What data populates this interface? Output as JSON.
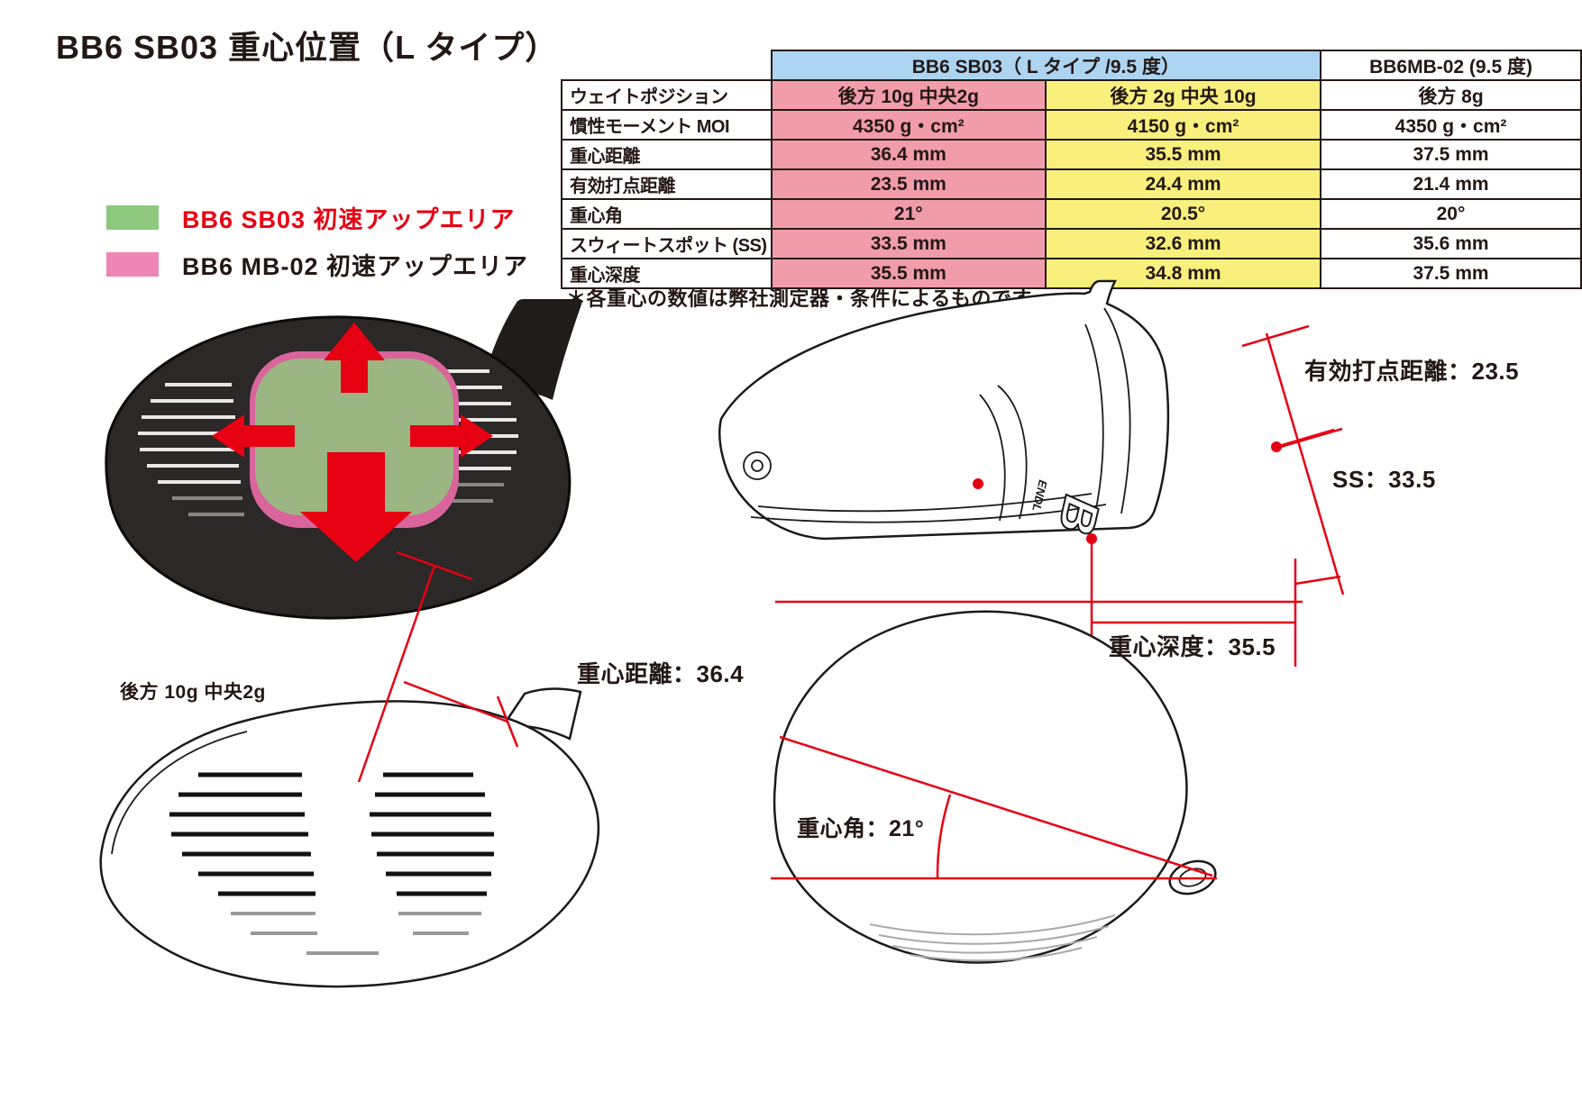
{
  "page": {
    "title": "BB6 SB03 重心位置（L タイプ）",
    "note": "＊各重心の数値は弊社測定器・条件によるものです。"
  },
  "colors": {
    "accent_red": "#e60012",
    "table_header_blue": "#add5f2",
    "column_pink": "#f19cab",
    "column_yellow": "#f8ef7d",
    "legend_green": "#8dc87e",
    "legend_pink": "#ee86b4"
  },
  "legend": {
    "items": [
      {
        "label": "BB6 SB03 初速アップエリア",
        "swatch_color": "#8dc87e",
        "text_color": "#e60012"
      },
      {
        "label": "BB6 MB-02 初速アップエリア",
        "swatch_color": "#ee86b4",
        "text_color": "#231815"
      }
    ]
  },
  "spec_table": {
    "group_headers": [
      {
        "label": "BB6 SB03（ L タイプ /9.5 度）"
      },
      {
        "label": "BB6MB-02 (9.5 度)"
      }
    ],
    "rows": [
      {
        "label": "ウェイトポジション",
        "values": [
          "後方 10g 中央2g",
          "後方 2g 中央 10g",
          "後方 8g"
        ]
      },
      {
        "label": "慣性モーメント MOI",
        "values": [
          "4350 g・cm²",
          "4150 g・cm²",
          "4350 g・cm²"
        ]
      },
      {
        "label": "重心距離",
        "values": [
          "36.4 mm",
          "35.5 mm",
          "37.5 mm"
        ]
      },
      {
        "label": "有効打点距離",
        "values": [
          "23.5 mm",
          "24.4 mm",
          "21.4 mm"
        ]
      },
      {
        "label": "重心角",
        "values": [
          "21°",
          "20.5°",
          "20°"
        ]
      },
      {
        "label": "スウィートスポット (SS)",
        "values": [
          "33.5 mm",
          "32.6 mm",
          "35.6 mm"
        ]
      },
      {
        "label": "重心深度",
        "values": [
          "35.5 mm",
          "34.8 mm",
          "37.5 mm"
        ]
      }
    ]
  },
  "annotations": {
    "effective_hit_distance": "有効打点距離：23.5",
    "sweet_spot": "SS：33.5",
    "cg_depth": "重心深度：35.5",
    "cg_distance": "重心距離：36.4",
    "cg_angle": "重心角：21°",
    "weight_position": "後方 10g 中央2g"
  },
  "diagrams": {
    "side_view": {
      "logo": "B",
      "logo_sub": "ENDL"
    }
  }
}
